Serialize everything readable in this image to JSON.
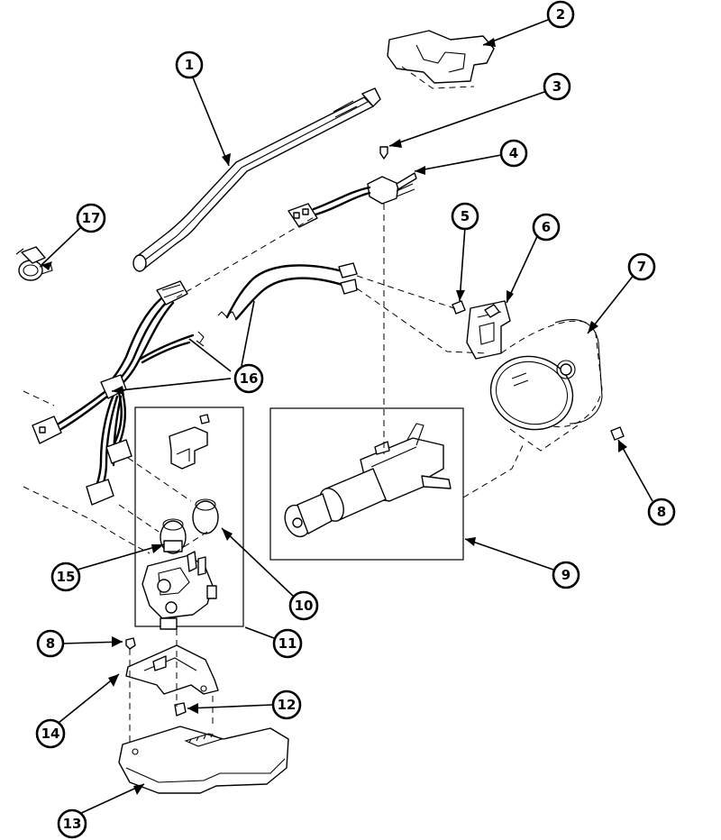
{
  "callouts": [
    {
      "key": "c1",
      "label": "1"
    },
    {
      "key": "c2",
      "label": "2"
    },
    {
      "key": "c3",
      "label": "3"
    },
    {
      "key": "c4",
      "label": "4"
    },
    {
      "key": "c5",
      "label": "5"
    },
    {
      "key": "c6",
      "label": "6"
    },
    {
      "key": "c7",
      "label": "7"
    },
    {
      "key": "c8a",
      "label": "8"
    },
    {
      "key": "c8b",
      "label": "8"
    },
    {
      "key": "c9",
      "label": "9"
    },
    {
      "key": "c10",
      "label": "10"
    },
    {
      "key": "c11",
      "label": "11"
    },
    {
      "key": "c12",
      "label": "12"
    },
    {
      "key": "c13",
      "label": "13"
    },
    {
      "key": "c14",
      "label": "14"
    },
    {
      "key": "c15",
      "label": "15"
    },
    {
      "key": "c16",
      "label": "16"
    },
    {
      "key": "c17",
      "label": "17"
    }
  ],
  "colors": {
    "ink": "#000000",
    "paper": "#ffffff"
  }
}
